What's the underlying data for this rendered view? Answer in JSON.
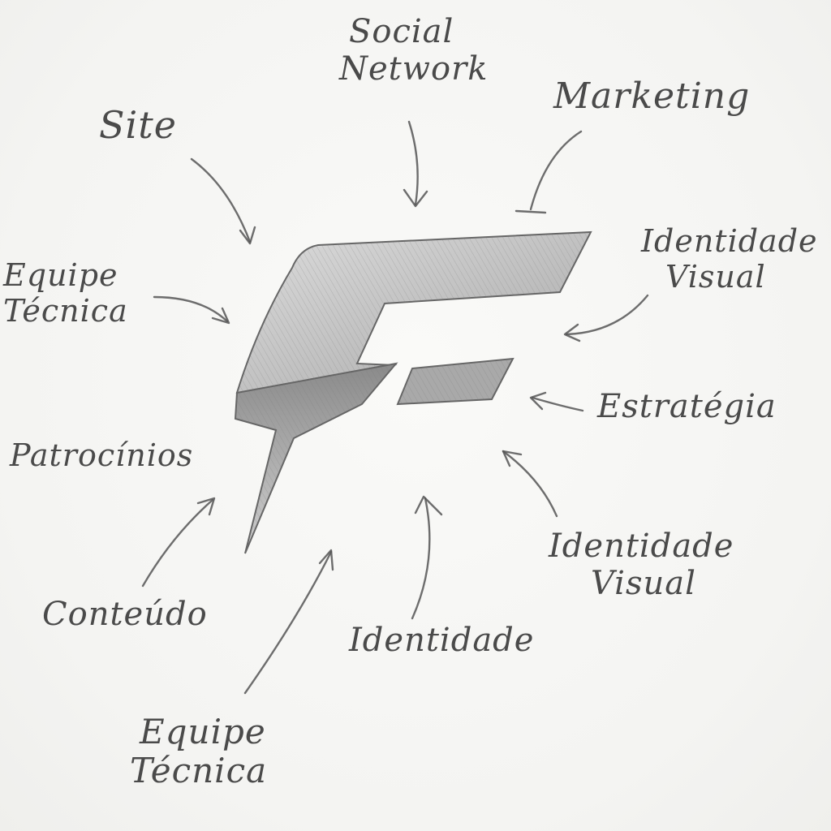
{
  "labels": {
    "site": "Site",
    "social_network": [
      "Social",
      "Network"
    ],
    "marketing": "Marketing",
    "identidade_visual_top": [
      "Identidade",
      "Visual"
    ],
    "equipe_tecnica_left": [
      "Equipe",
      "Técnica"
    ],
    "estrategia": "Estratégia",
    "patrocinios": "Patrocínios",
    "conteudo": "Conteúdo",
    "identidade": "Identidade",
    "identidade_visual_bottom": [
      "Identidade",
      "Visual"
    ],
    "equipe_tecnica_bottom": [
      "Equipe",
      "Técnica"
    ]
  },
  "colors": {
    "pencil": "#4a4a4a",
    "paper": "#f7f7f5",
    "logo_light": "#c9c9c9",
    "logo_dark": "#8e8e8e"
  },
  "logo": {
    "icon": "lightning-f-logo-icon"
  }
}
